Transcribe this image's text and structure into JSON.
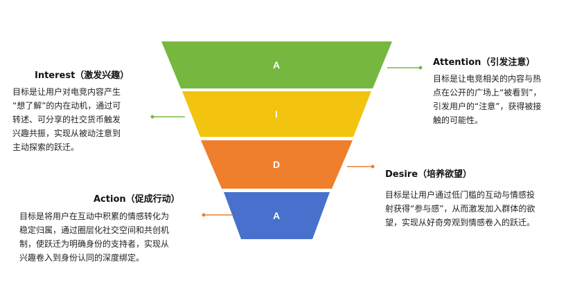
{
  "colors": {
    "attention": "#76b83f",
    "interest": "#f2c40f",
    "desire": "#ef7f2d",
    "action": "#4771cc"
  },
  "funnel": {
    "stages": [
      {
        "key": "attention",
        "letter": "A"
      },
      {
        "key": "interest",
        "letter": "I"
      },
      {
        "key": "desire",
        "letter": "D"
      },
      {
        "key": "action",
        "letter": "A"
      }
    ]
  },
  "blocks": {
    "attention": {
      "title": "Attention（引发注意）",
      "lines": [
        "目标是让电竞相关的内容与热",
        "点在公开的广场上“被看到”，",
        "引发用户的“注意”，获得被接",
        "触的可能性。"
      ]
    },
    "interest": {
      "title": "Interest（激发兴趣）",
      "lines": [
        "目标是让用户对电竞内容产生",
        "“想了解”的内在动机，通过可",
        "转述、可分享的社交货币触发",
        "兴趣共振，实现从被动注意到",
        "主动探索的跃迁。"
      ]
    },
    "desire": {
      "title": "Desire（培养欲望）",
      "lines": [
        "目标是让用户通过低门槛的互动与情感投",
        "射获得“参与感”，从而激发加入群体的欲",
        "望，实现从好奇旁观到情感卷入的跃迁。"
      ]
    },
    "action": {
      "title": "Action（促成行动）",
      "lines": [
        "目标是将用户在互动中积累的情感转化为",
        "稳定归属，通过圈层化社交空间和共创机",
        "制，使跃迁为明确身份的支持者，实现从",
        "兴趣卷入到身份认同的深度绑定。"
      ]
    }
  }
}
